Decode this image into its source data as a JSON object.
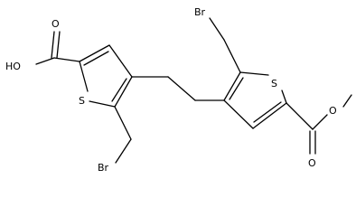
{
  "molecule": {
    "labels": {
      "hydroxyl": "HO",
      "carbonyl_o_acid": "O",
      "sulfur_left": "S",
      "bromine_left": "Br",
      "bromine_right": "Br",
      "sulfur_right": "S",
      "ester_o": "O",
      "carbonyl_o_ester": "O"
    }
  }
}
